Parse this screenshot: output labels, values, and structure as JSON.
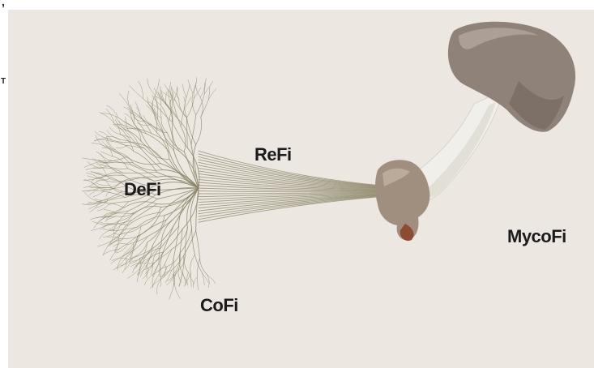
{
  "labels": {
    "refi": "ReFi",
    "defi": "DeFi",
    "cofi": "CoFi",
    "mycofi": "MycoFi"
  },
  "edge_fragments": {
    "top": ",",
    "side": "T"
  },
  "colors": {
    "background": "#ece7e0",
    "mycelium": "#8a8466",
    "cap": "#8c8178",
    "stem": "#f2f0ea",
    "base": "#9e8e7c"
  },
  "icons": [
    "mycelium-network-illustration",
    "mushroom-illustration"
  ]
}
